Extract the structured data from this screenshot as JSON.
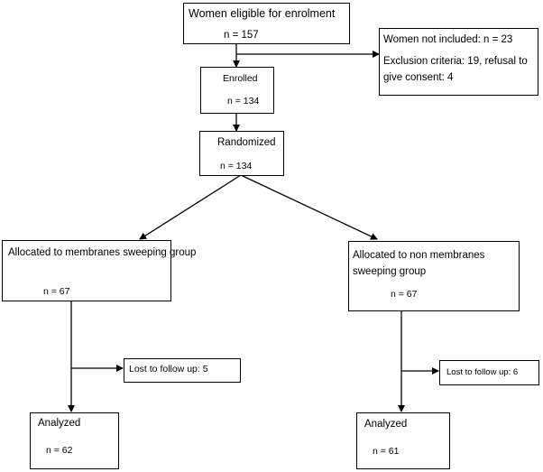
{
  "boxes": {
    "eligible": {
      "label": "Women eligible for enrolment",
      "n": "n = 157"
    },
    "not_included": {
      "label": "Women not included: n = 23",
      "detail": "Exclusion criteria: 19, refusal to give consent: 4"
    },
    "enrolled": {
      "label": "Enrolled",
      "n": "n = 134"
    },
    "randomized": {
      "label": "Randomized",
      "n": "n = 134"
    },
    "sweeping": {
      "label": "Allocated to membranes sweeping group",
      "n": "n = 67"
    },
    "non_sweeping": {
      "label": "Allocated to non membranes sweeping group",
      "n": "n = 67"
    },
    "lost_sweeping": {
      "label": "Lost to follow up: 5"
    },
    "lost_non_sweeping": {
      "label": "Lost to follow up: 6"
    },
    "analyzed_sweeping": {
      "label": "Analyzed",
      "n": "n = 62"
    },
    "analyzed_non_sweeping": {
      "label": "Analyzed",
      "n": "n = 61"
    }
  }
}
